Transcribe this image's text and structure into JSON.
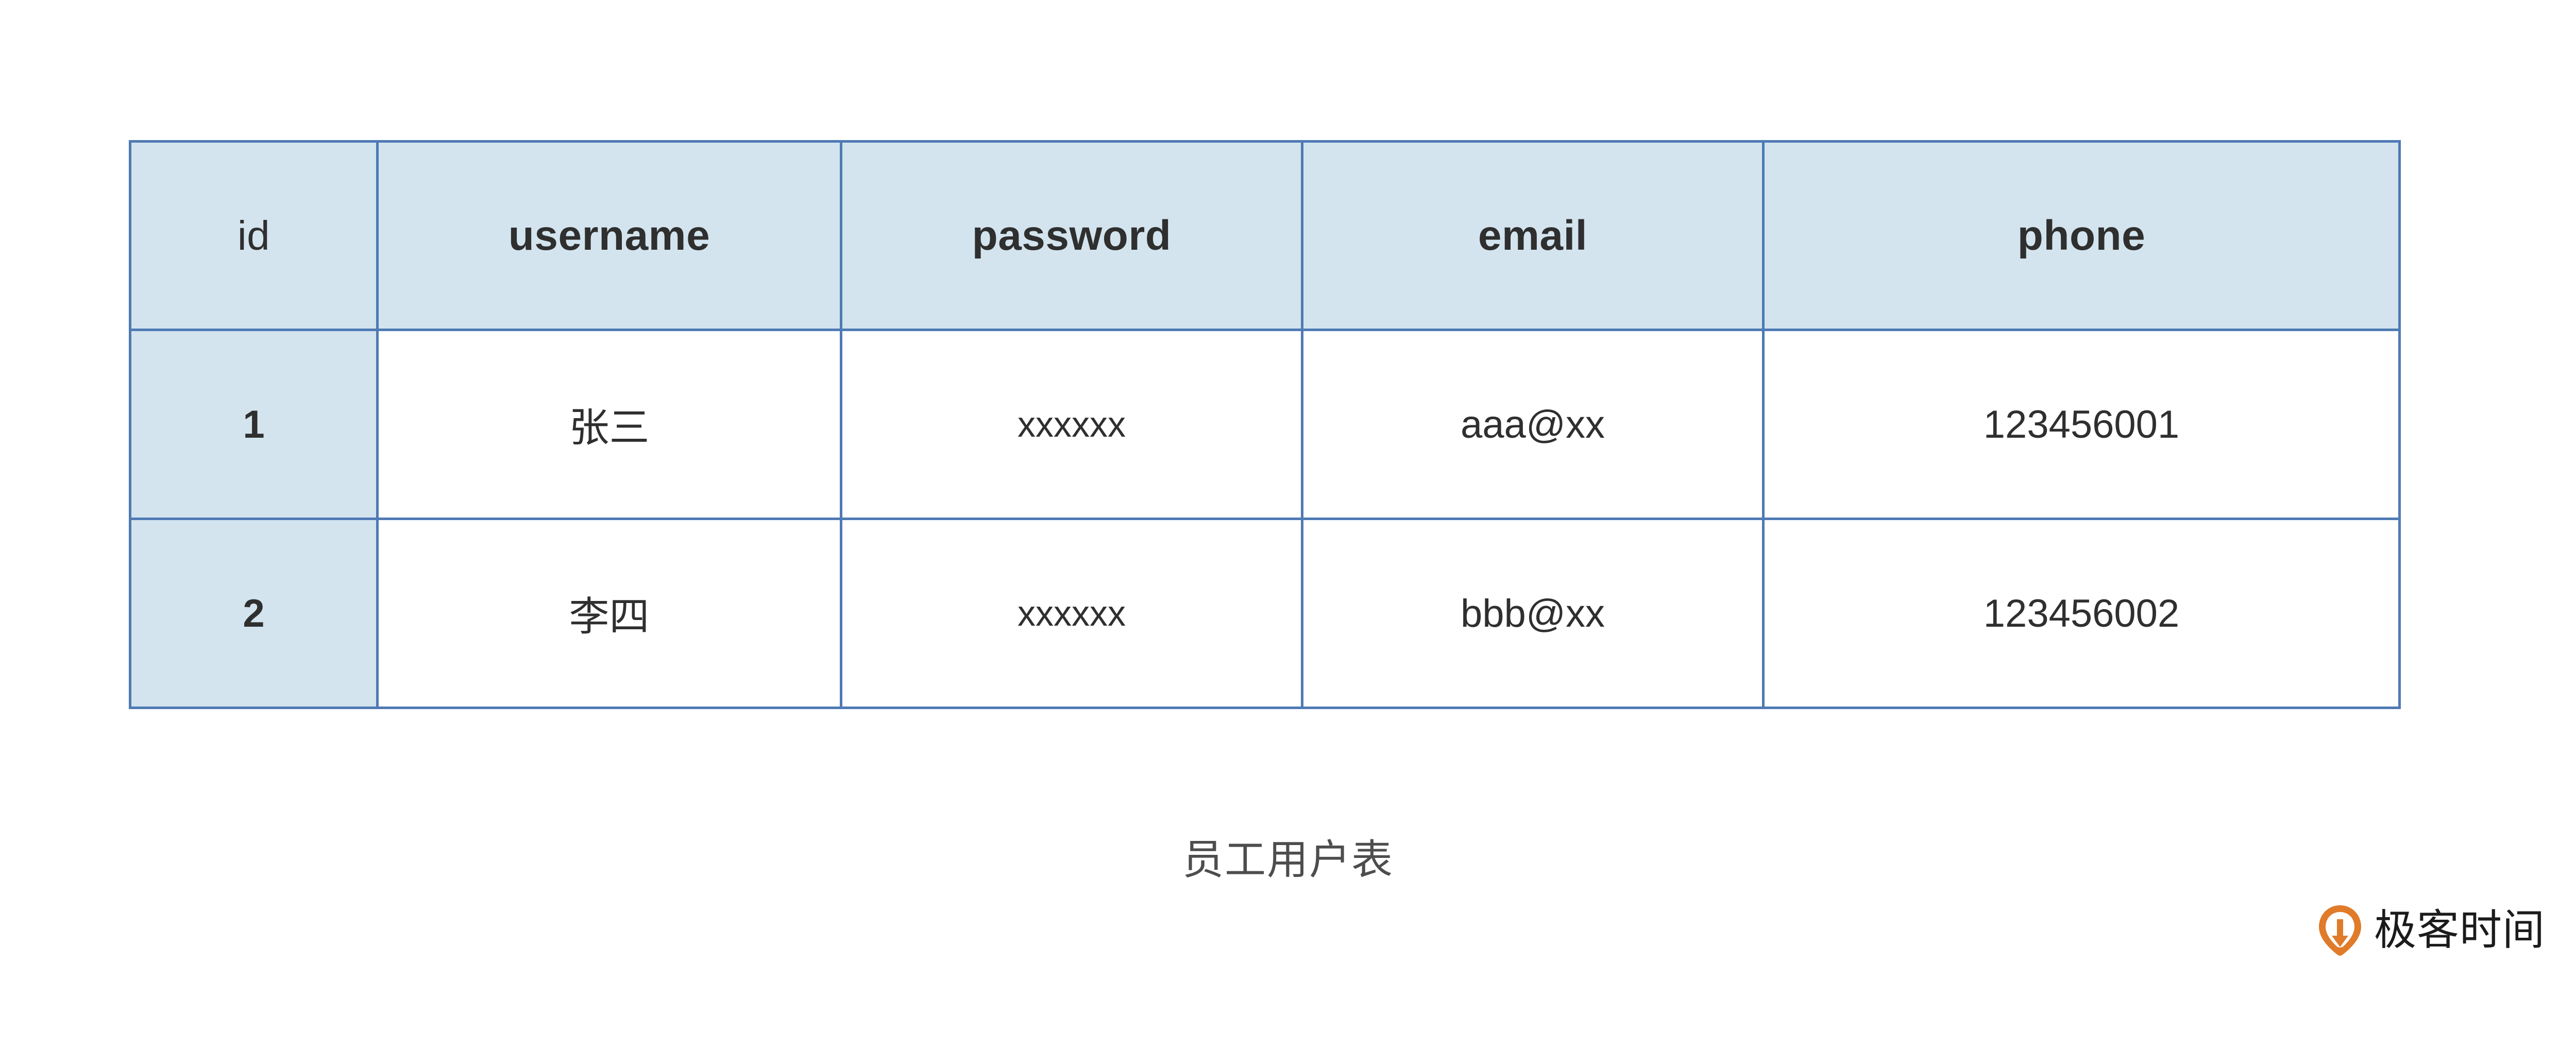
{
  "table": {
    "columns": [
      {
        "key": "id",
        "label": "id"
      },
      {
        "key": "username",
        "label": "username"
      },
      {
        "key": "password",
        "label": "password"
      },
      {
        "key": "email",
        "label": "email"
      },
      {
        "key": "phone",
        "label": "phone"
      }
    ],
    "rows": [
      {
        "id": "1",
        "username": "张三",
        "password": "xxxxxx",
        "email": "aaa@xx",
        "phone": "123456001"
      },
      {
        "id": "2",
        "username": "李四",
        "password": "xxxxxx",
        "email": "bbb@xx",
        "phone": "123456002"
      }
    ],
    "caption": "员工用户表"
  },
  "watermark": {
    "text": "极客时间",
    "logo_icon": "geektime-pin-icon",
    "logo_color": "#e07b2a"
  },
  "colors": {
    "border": "#4f7ab4",
    "header_fill": "#d3e4ee",
    "id_cell_fill": "#d3e4ee",
    "cell_fill": "#ffffff",
    "text": "#2f2f2f",
    "caption_text": "#4d4d4d",
    "page_background": "#ffffff"
  }
}
